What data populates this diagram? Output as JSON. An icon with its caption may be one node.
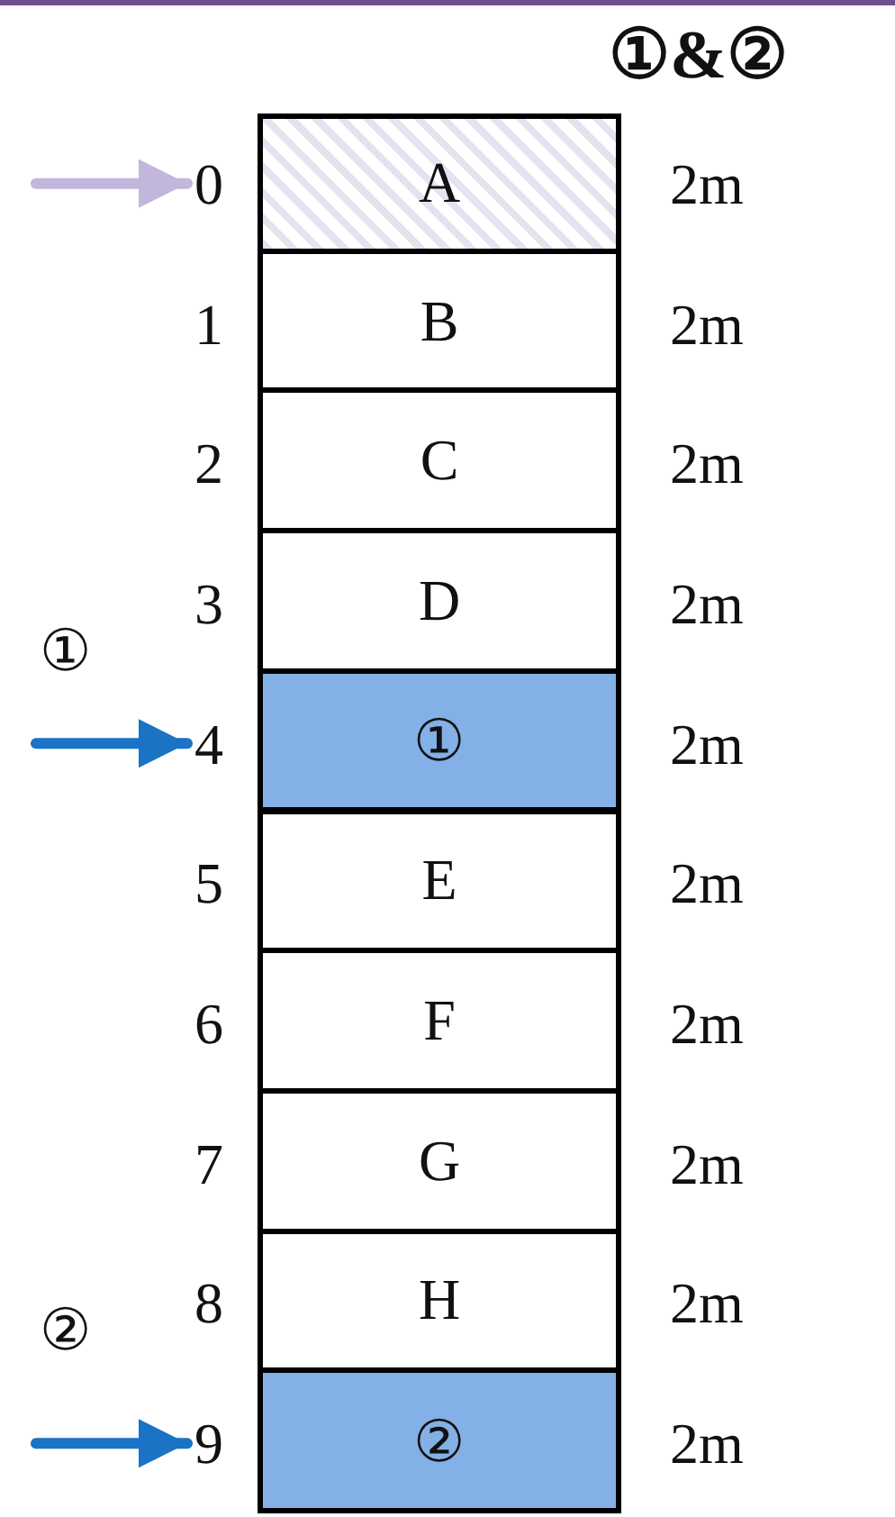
{
  "diagram": {
    "nodes": [
      {
        "text": [
          "A"
        ]
      },
      {
        "text": [
          "B"
        ]
      },
      {
        "text": [
          "C"
        ]
      },
      {
        "text": [
          "D"
        ]
      },
      {
        "text": [
          "①"
        ]
      },
      {
        "text": [
          "E"
        ]
      },
      {
        "text": [
          "F"
        ]
      },
      {
        "text": [
          "G"
        ]
      },
      {
        "text": [
          "H"
        ]
      },
      {
        "text": [
          "②"
        ]
      },
      {
        "text": [
          "0"
        ]
      },
      {
        "text": [
          "1"
        ]
      },
      {
        "text": [
          "2"
        ]
      },
      {
        "text": [
          "3"
        ]
      },
      {
        "text": [
          "4"
        ]
      },
      {
        "text": [
          "5"
        ]
      },
      {
        "text": [
          "6"
        ]
      },
      {
        "text": [
          "7"
        ]
      },
      {
        "text": [
          "8"
        ]
      },
      {
        "text": [
          "9"
        ]
      }
    ],
    "edges": [
      {
        "from": null,
        "to": 10,
        "arrow": "to",
        "color": "#c3b6dc"
      },
      {
        "from": null,
        "to": 14,
        "arrow": "to"
      },
      {
        "from": null,
        "to": 19,
        "arrow": "to"
      }
    ],
    "labels": [
      "①&②",
      "2m",
      "2m",
      "2m",
      "2m",
      "①",
      "2m",
      "2m",
      "2m",
      "2m",
      "2m",
      "②",
      "2m"
    ]
  }
}
